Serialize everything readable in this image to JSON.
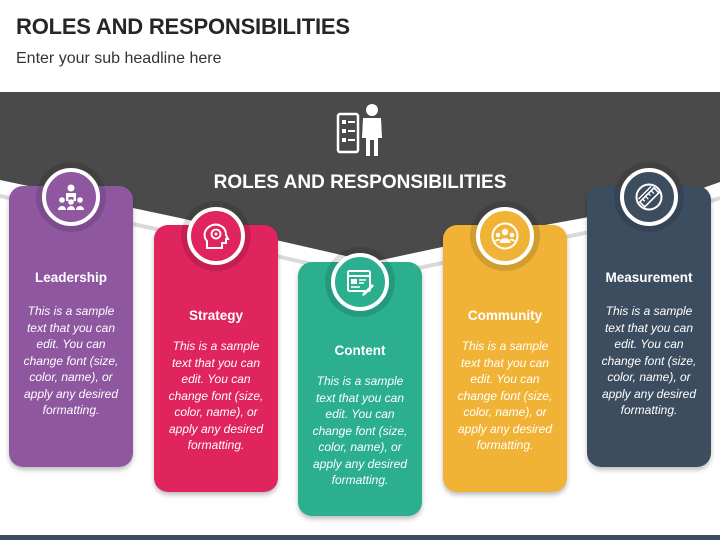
{
  "header": {
    "title": "ROLES AND RESPONSIBILITIES",
    "subtitle": "Enter your sub headline here"
  },
  "banner": {
    "title": "ROLES AND RESPONSIBILITIES",
    "icon": "employee-checklist-icon",
    "color": "#4a4a4a"
  },
  "cards": [
    {
      "title": "Leadership",
      "text": "This is a sample text that you can edit. You can change font (size, color, name), or apply any desired formatting.",
      "color": "#8e57a0",
      "icon": "team-leader-icon"
    },
    {
      "title": "Strategy",
      "text": "This is a sample text that you can edit. You can change font (size, color, name), or apply any desired formatting.",
      "color": "#e0245e",
      "icon": "head-brain-icon"
    },
    {
      "title": "Content",
      "text": "This is a sample text that you can edit. You can change font (size, color, name), or apply any desired formatting.",
      "color": "#2baf8f",
      "icon": "content-edit-icon"
    },
    {
      "title": "Community",
      "text": "This is a sample text that you can edit. You can change font (size, color, name), or apply any desired formatting.",
      "color": "#f0b336",
      "icon": "community-group-icon"
    },
    {
      "title": "Measurement",
      "text": "This is a sample text that you can edit. You can change font (size, color, name), or apply any desired formatting.",
      "color": "#3d4d60",
      "icon": "ruler-measure-icon"
    }
  ]
}
